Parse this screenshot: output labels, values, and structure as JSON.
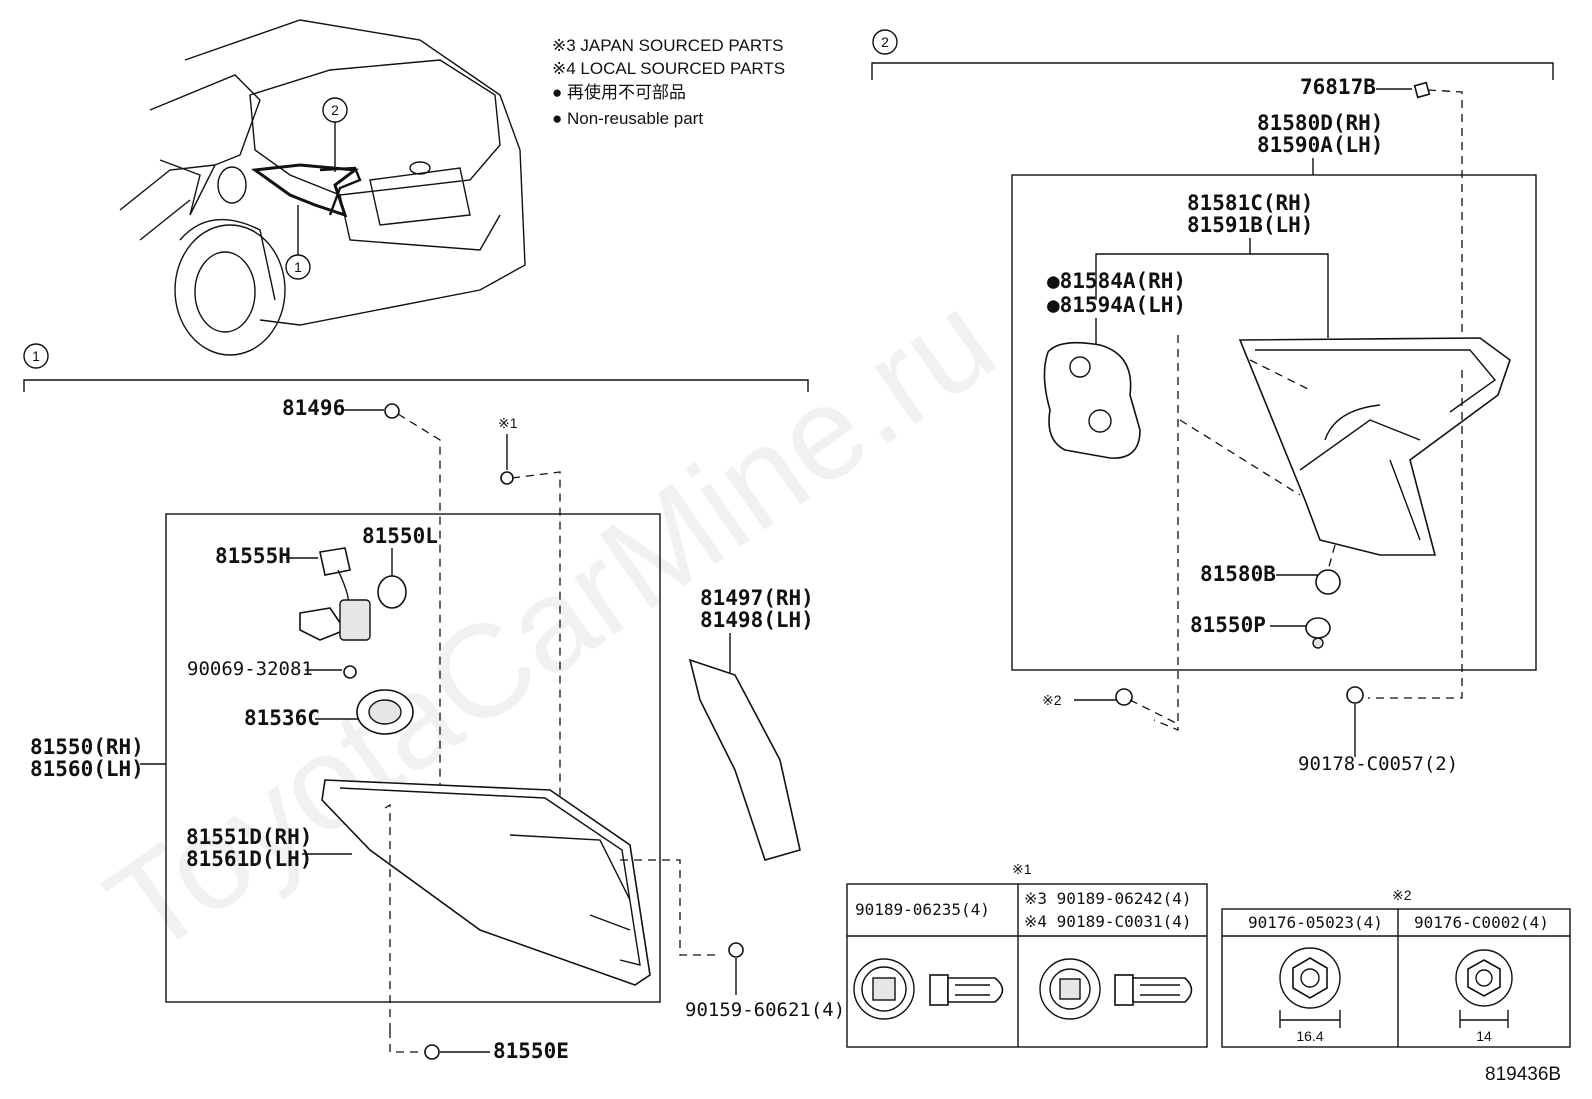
{
  "watermark": "ToyotaCarMine.ru",
  "legend": {
    "line1": "※3 JAPAN SOURCED PARTS",
    "line2": "※4 LOCAL SOURCED PARTS",
    "line3": "● 再使用不可部品",
    "line4": "● Non-reusable part"
  },
  "callouts": {
    "one": "1",
    "two": "2"
  },
  "section1": {
    "p81496": "81496",
    "mark1": "※1",
    "p81555H": "81555H",
    "p81550L": "81550L",
    "p90069": "90069-32081",
    "p81536C": "81536C",
    "p81550": "81550(RH)",
    "p81560": "81560(LH)",
    "p81551D": "81551D(RH)",
    "p81561D": "81561D(LH)",
    "p81497": "81497(RH)",
    "p81498": "81498(LH)",
    "p90159": "90159-60621(4)",
    "p81550E": "81550E"
  },
  "section2": {
    "p76817B": "76817B",
    "p81580D": "81580D(RH)",
    "p81590A": "81590A(LH)",
    "p81581C": "81581C(RH)",
    "p81591B": "81591B(LH)",
    "p81584A": "●81584A(RH)",
    "p81594A": "●81594A(LH)",
    "p81580B": "81580B",
    "p81550P": "81550P",
    "mark2": "※2",
    "p90178": "90178-C0057(2)"
  },
  "table1": {
    "title": "※1",
    "col1": "90189-06235(4)",
    "col2a": "※3 90189-06242(4)",
    "col2b": "※4 90189-C0031(4)"
  },
  "table2": {
    "title": "※2",
    "col1": "90176-05023(4)",
    "col2": "90176-C0002(4)",
    "dim1": "16.4",
    "dim2": "14"
  },
  "diagram_id": "819436B"
}
